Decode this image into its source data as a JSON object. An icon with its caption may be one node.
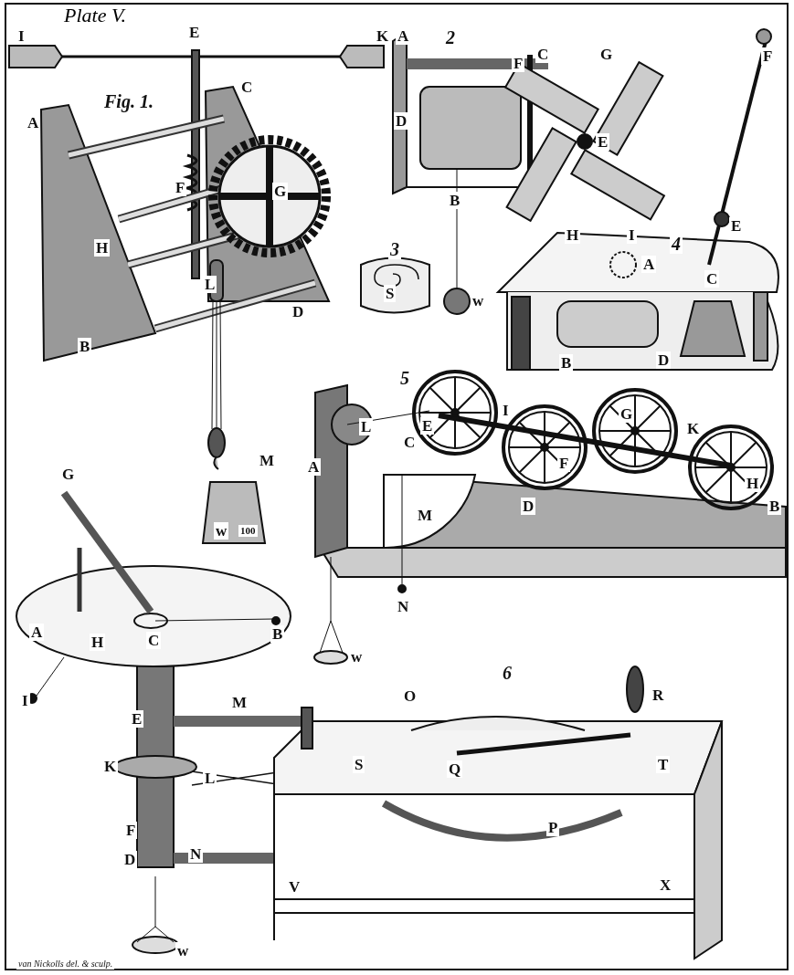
{
  "diagram": {
    "title": "Plate V.",
    "labels": [
      "I",
      "E",
      "K",
      "Fig. 1.",
      "C",
      "A",
      "F",
      "G",
      "H",
      "L",
      "D",
      "B",
      "M",
      "w",
      "100",
      "A",
      "2",
      "D",
      "C",
      "F",
      "G",
      "E",
      "B",
      "H",
      "I",
      "w",
      "3",
      "S",
      "F",
      "E",
      "4",
      "A",
      "C",
      "B",
      "D",
      "5",
      "L",
      "E",
      "I",
      "C",
      "G",
      "K",
      "A",
      "F",
      "D",
      "H",
      "B",
      "M",
      "N",
      "w",
      "G",
      "A",
      "H",
      "C",
      "B",
      "I",
      "6",
      "O",
      "R",
      "E",
      "M",
      "K",
      "L",
      "S",
      "Q",
      "T",
      "F",
      "P",
      "D",
      "N",
      "V",
      "X",
      "w",
      "van Nickolls del. & sculp."
    ]
  }
}
